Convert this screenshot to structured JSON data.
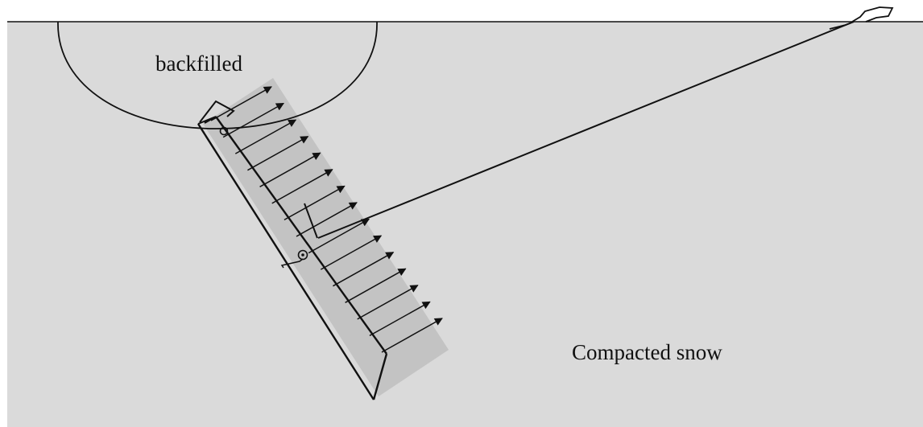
{
  "labels": {
    "backfilled": "backfilled",
    "compacted_snow": "Compacted snow"
  },
  "colors": {
    "snow_fill": "#dadada",
    "pressure_band": "#c3c3c3",
    "ink": "#111111"
  },
  "diagram": {
    "subject": "inclined anchor plate buried in compacted snow with tether cable to surface",
    "pressure_arrow_count": 15
  }
}
